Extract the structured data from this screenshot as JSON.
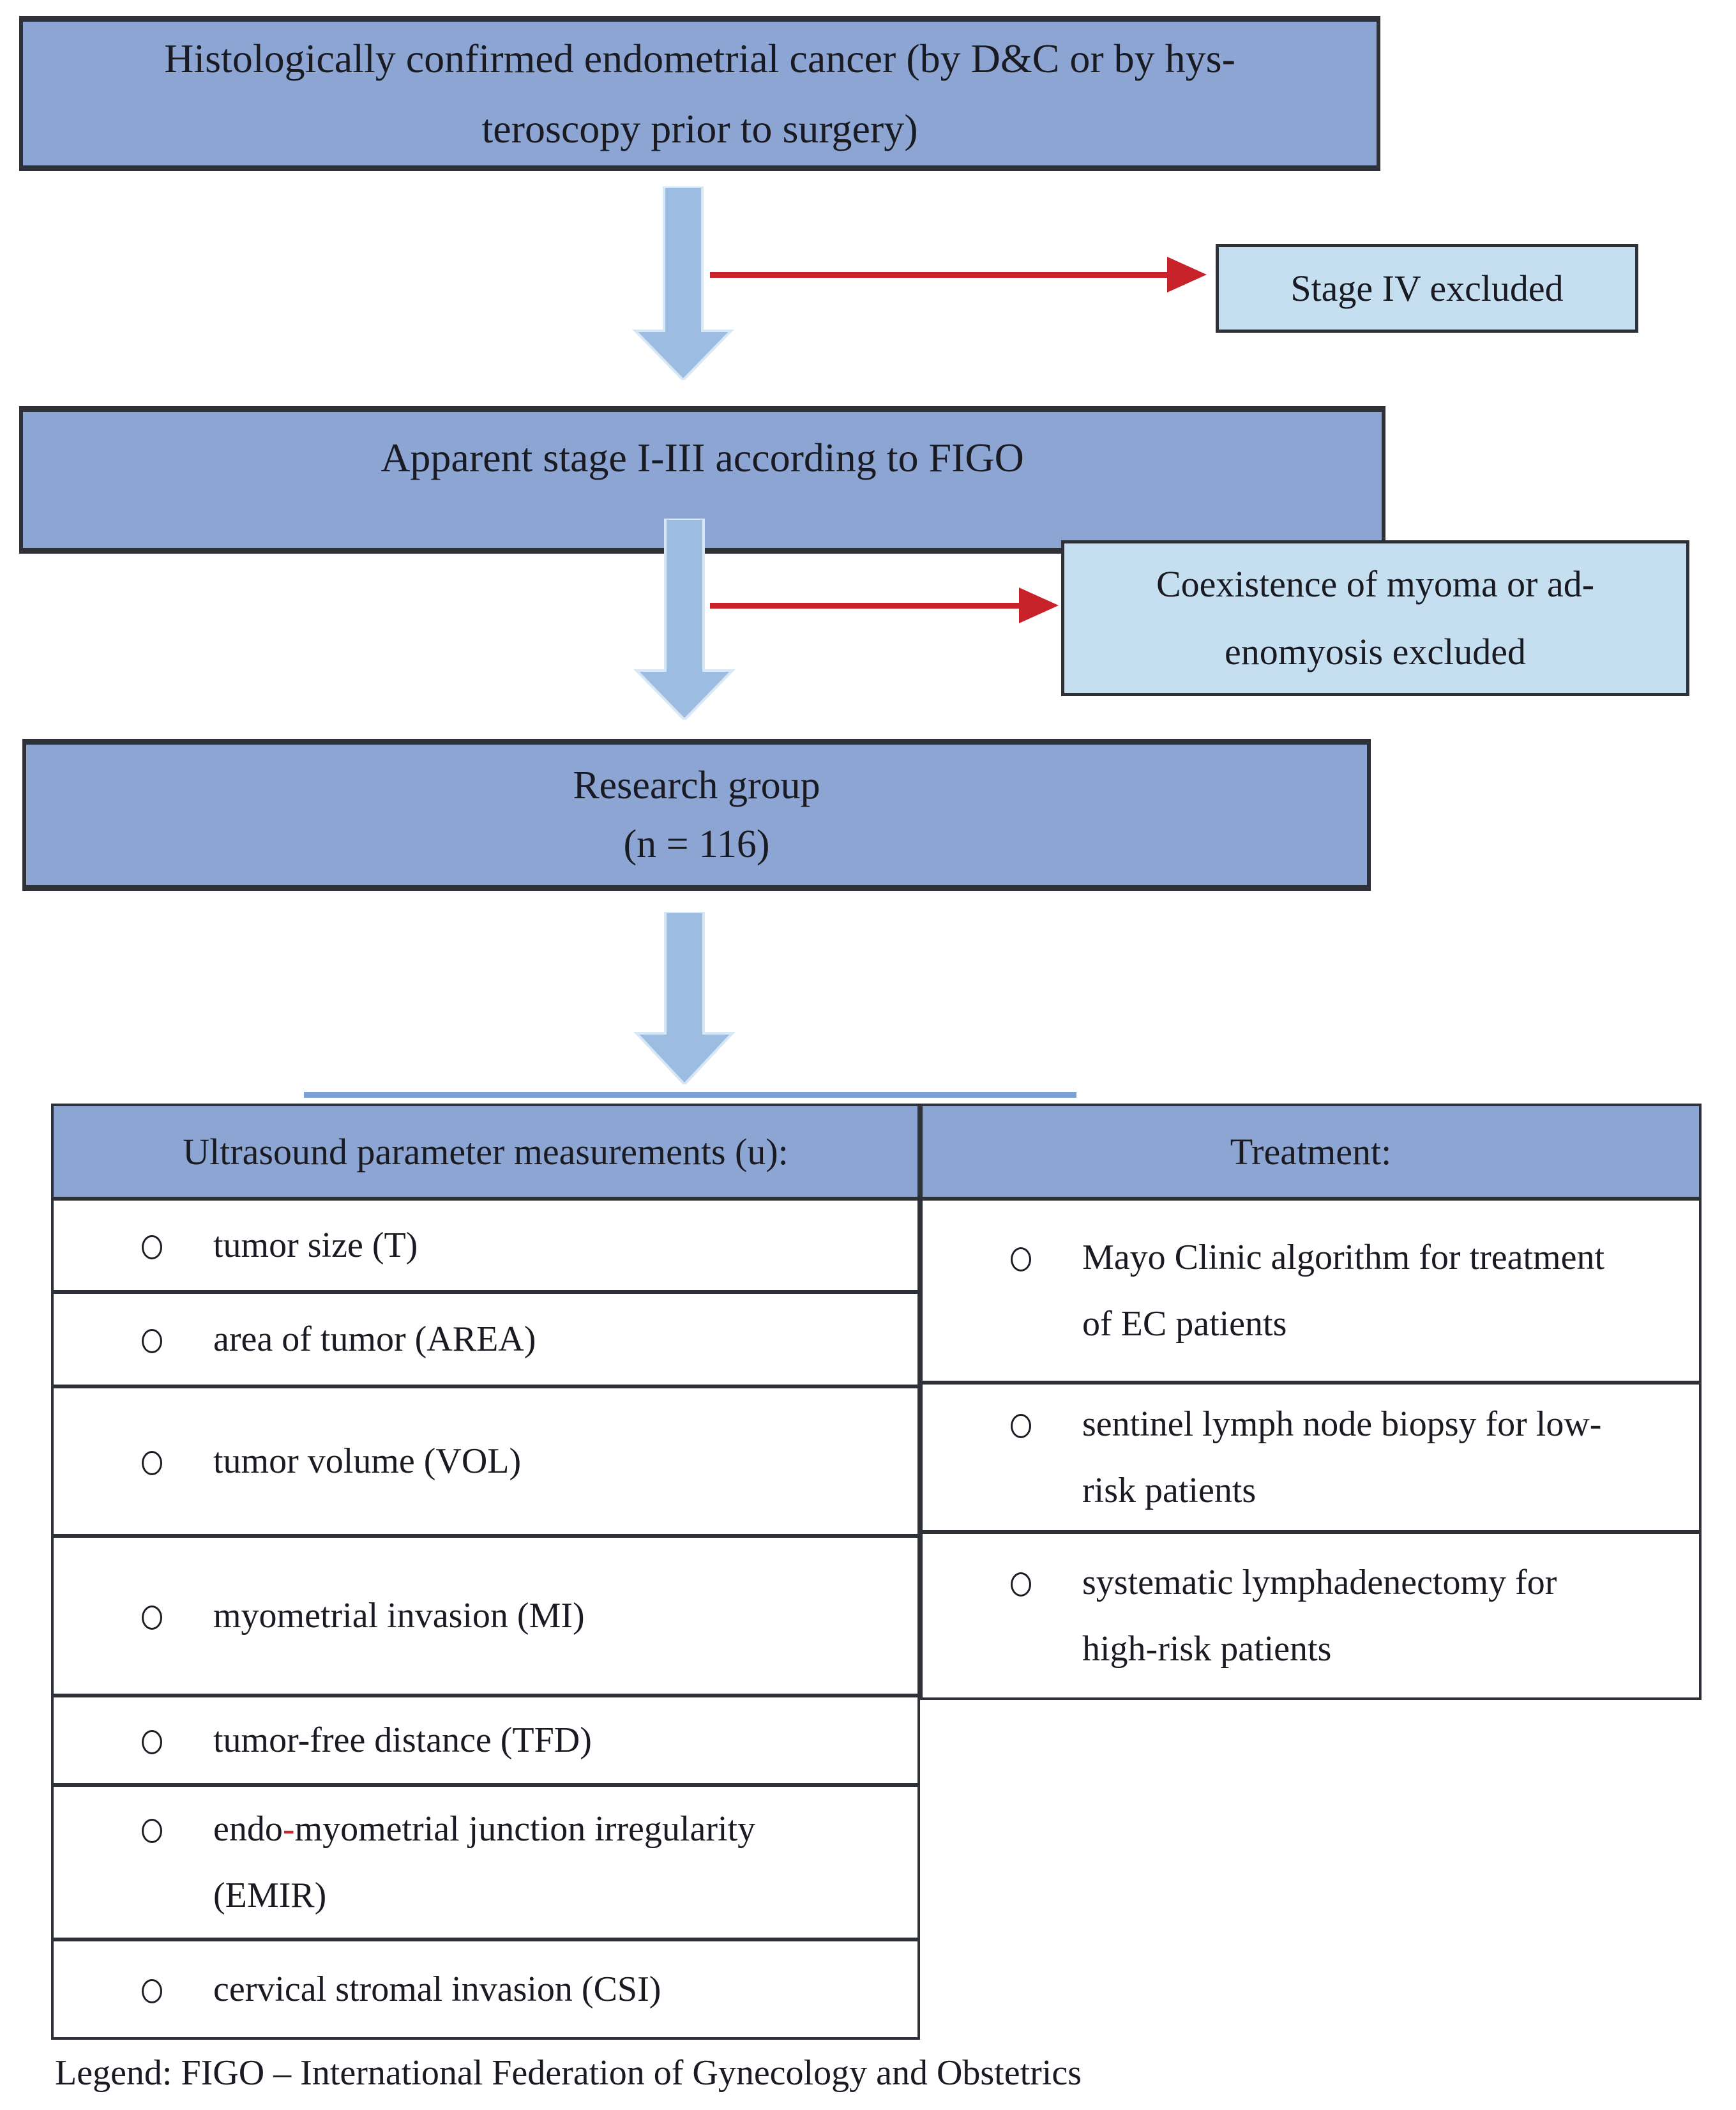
{
  "flowchart": {
    "box1": {
      "line1": "Histologically confirmed endometrial cancer (by D&C or by hys-",
      "line2": "teroscopy prior to surgery)"
    },
    "stage4": {
      "label": "Stage IV excluded"
    },
    "box2": {
      "label": "Apparent stage I-III according to FIGO"
    },
    "coex": {
      "line1": "Coexistence of myoma or ad-",
      "line2": "enomyosis excluded"
    },
    "research": {
      "line1": "Research group",
      "line2": "(n = 116)"
    }
  },
  "table": {
    "left_header": "Ultrasound parameter measurements (u):",
    "right_header": "Treatment:",
    "left_rows": [
      {
        "label": "tumor size (T)"
      },
      {
        "label": "area of tumor (AREA)"
      },
      {
        "label": "tumor volume (VOL)"
      },
      {
        "label": "myometrial invasion (MI)"
      },
      {
        "label": "tumor-free distance (TFD)"
      },
      {
        "pre": "endo",
        "hyphen": "-",
        "post": "myometrial junction irregularity",
        "line2": "(EMIR)"
      },
      {
        "label": "cervical stromal invasion (CSI)"
      }
    ],
    "right_cells": [
      {
        "line1": "Mayo Clinic algorithm for treatment",
        "line2": "of EC patients"
      },
      {
        "line1": "sentinel lymph node biopsy for low-",
        "line2": "risk patients"
      },
      {
        "line1": "systematic lymphadenectomy for",
        "line2": "high-risk patients"
      }
    ]
  },
  "legend": "Legend: FIGO – International Federation of Gynecology and Obstetrics",
  "colors": {
    "box_blue": "#8CA5D2",
    "light_blue": "#C6DFF0",
    "border": "#2E3138",
    "arrow_blue": "#9CBDE1",
    "arrow_edge": "#D8E7F4",
    "red": "#C8232A",
    "rule_blue": "#7CA1D6",
    "text": "#1A1A22"
  }
}
